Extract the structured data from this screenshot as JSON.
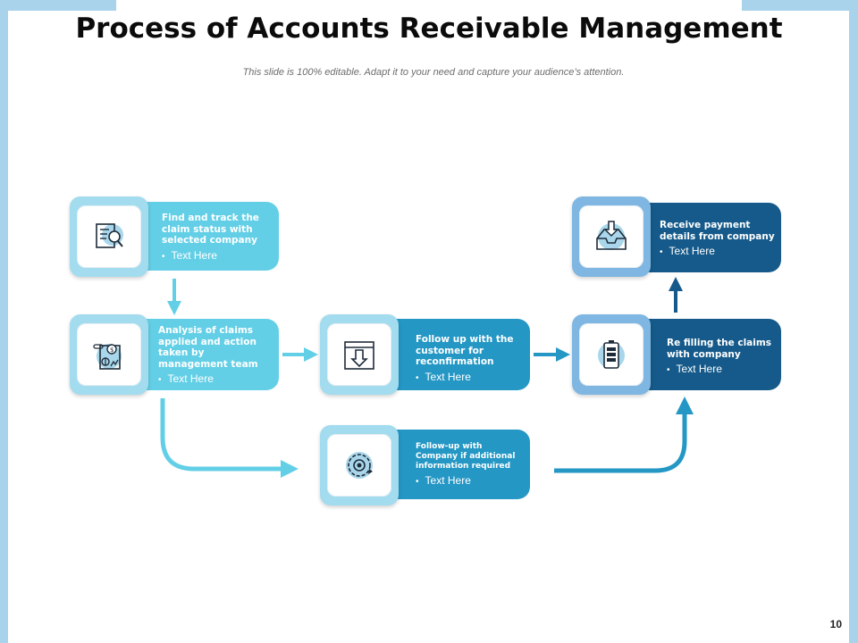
{
  "title": "Process of Accounts Receivable Management",
  "subtitle": "This slide is 100% editable. Adapt it to your need and capture your audience’s attention.",
  "page_number": "10",
  "colors": {
    "light": "#63cfe6",
    "mid": "#2497c5",
    "dark": "#155a8a",
    "edge": "#a8d3ea"
  },
  "steps": [
    {
      "id": "find",
      "icon": "document-search-icon",
      "heading": "Find and track the claim status with selected company",
      "bullet": "Text Here"
    },
    {
      "id": "analysis",
      "icon": "invoice-dollar-icon",
      "heading": "Analysis of claims applied and action taken by management team",
      "bullet": "Text Here"
    },
    {
      "id": "follow-customer",
      "icon": "download-box-icon",
      "heading": "Follow up with the customer for reconfirmation",
      "bullet": "Text Here"
    },
    {
      "id": "follow-company",
      "icon": "target-refresh-icon",
      "heading": "Follow-up with Company if additional information required",
      "bullet": "Text Here"
    },
    {
      "id": "refilling",
      "icon": "battery-icon",
      "heading": "Re filling the claims with company",
      "bullet": "Text Here"
    },
    {
      "id": "receive",
      "icon": "inbox-download-icon",
      "heading": "Receive payment details from company",
      "bullet": "Text Here"
    }
  ]
}
